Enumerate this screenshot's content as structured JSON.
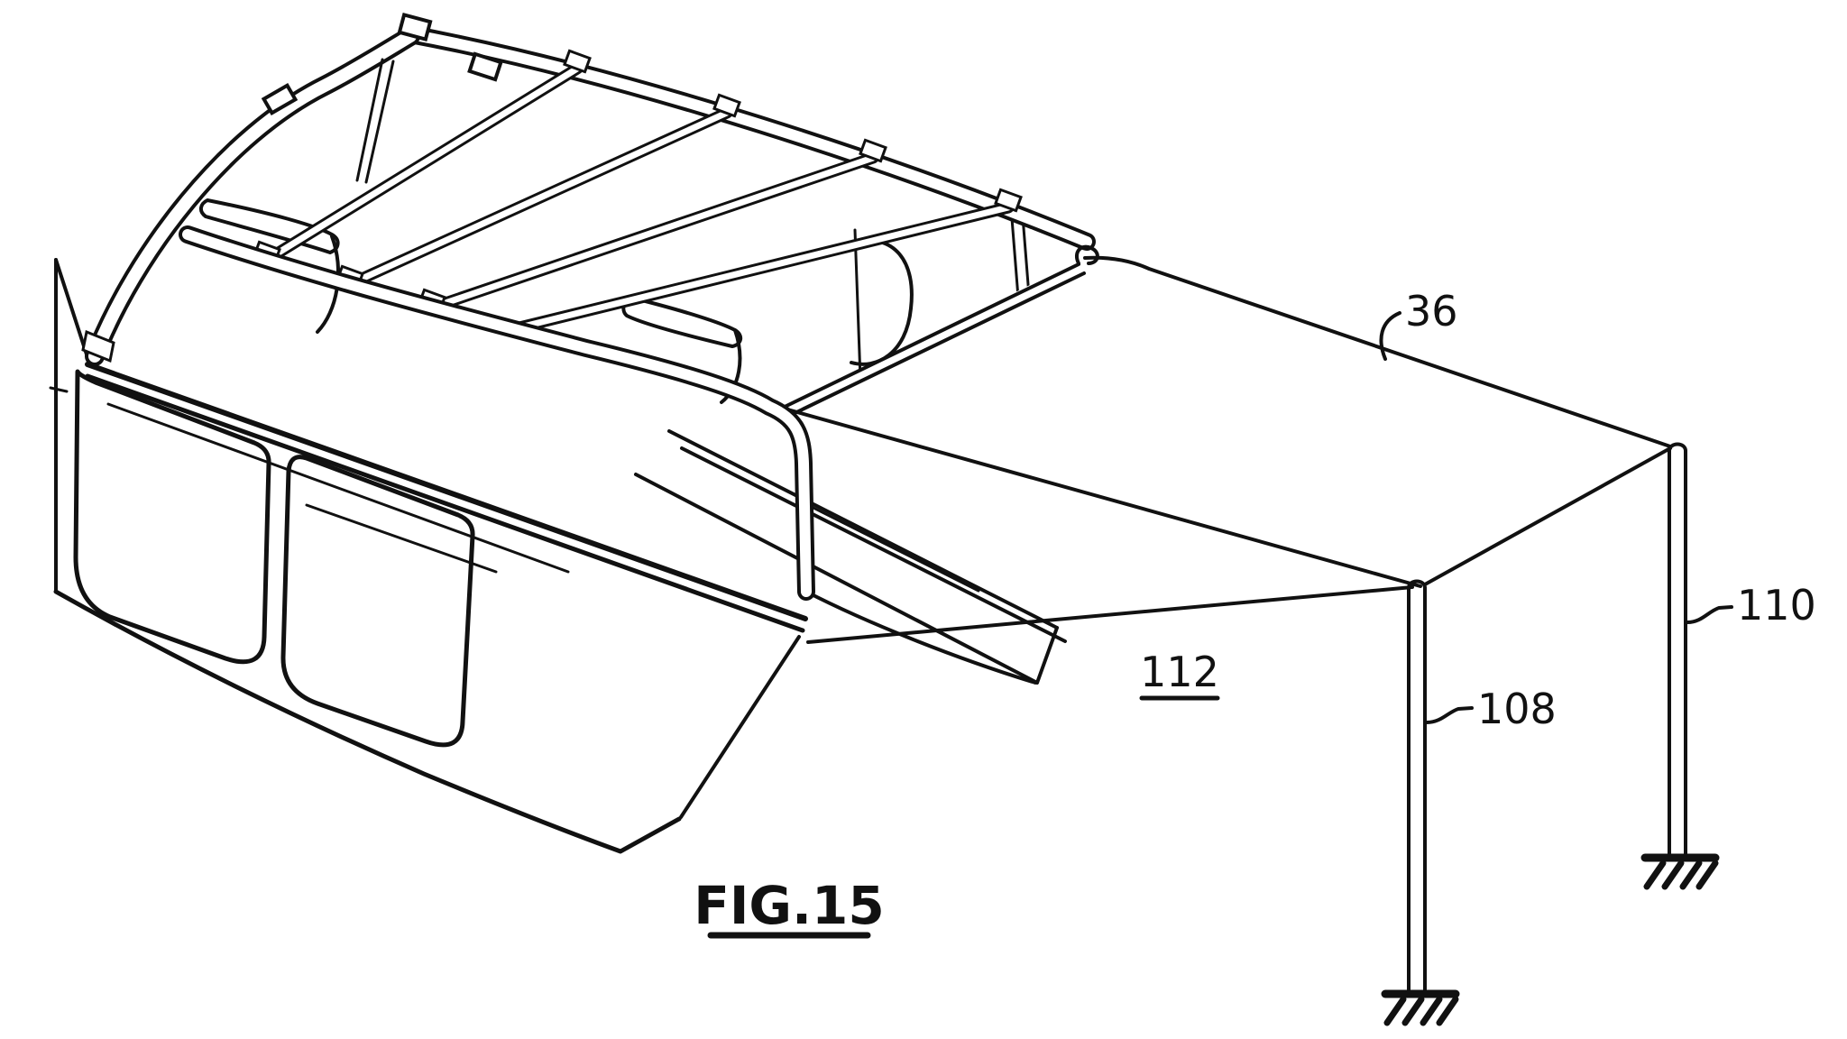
{
  "page": {
    "background_color": "#ffffff",
    "ink_color": "#111111",
    "description": "Patent line drawing of a vehicle body with open roof cage and a canopy awning extending rearward onto two ground-mounted support poles"
  },
  "figure": {
    "caption": "FIG.15",
    "labels": {
      "canopy": "36",
      "pole_108": "108",
      "pole_110": "110",
      "assembly": "112"
    }
  }
}
